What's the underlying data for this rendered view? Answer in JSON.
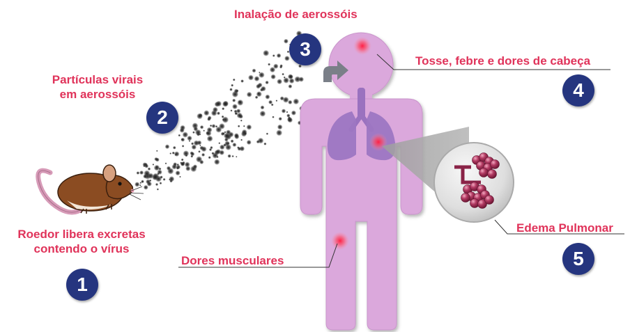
{
  "colors": {
    "label": "#e0335a",
    "badge": "#25357f",
    "body": "#dba8dc",
    "lung": "#9a72bf",
    "mouse": "#8b4c22",
    "alveoli": "#a62f57",
    "hotspot": "#ff2a4a",
    "particle": "#2a2a2a",
    "arrow": "#7a7f88",
    "lens": "#c9c9c9"
  },
  "labels": {
    "inhalation": "Inalação de aerossóis",
    "particles_line1": "Partículas virais",
    "particles_line2": "em aerossóis",
    "symptoms": "Tosse, febre e dores de cabeça",
    "rodent_line1": "Roedor libera excretas",
    "rodent_line2": "contendo o vírus",
    "muscle_pain": "Dores musculares",
    "edema": "Edema Pulmonar"
  },
  "steps": [
    "1",
    "2",
    "3",
    "4",
    "5"
  ],
  "icons": {
    "rodent": "mouse-icon",
    "body": "human-silhouette-icon",
    "lungs": "lungs-icon",
    "alveoli": "alveoli-magnifier-icon",
    "arrow": "curved-arrow-icon",
    "aerosol": "aerosol-particles-icon"
  }
}
